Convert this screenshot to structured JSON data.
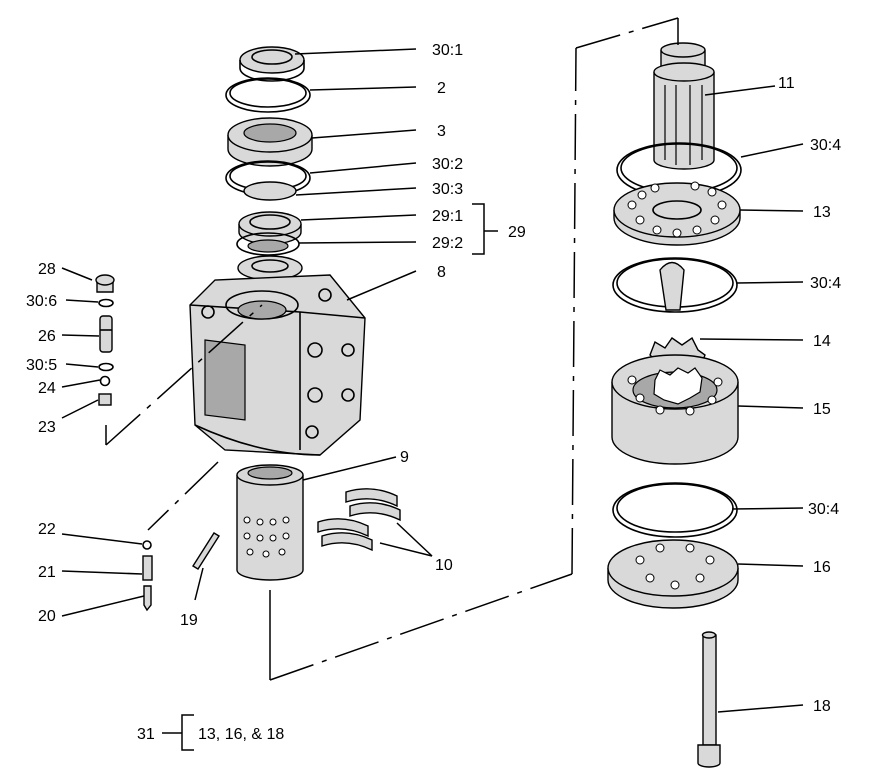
{
  "diagram": {
    "callouts": {
      "c30_1": "30:1",
      "c2": "2",
      "c3": "3",
      "c30_2": "30:2",
      "c30_3": "30:3",
      "c29_1": "29:1",
      "c29_2": "29:2",
      "c29": "29",
      "c8": "8",
      "c28": "28",
      "c30_6": "30:6",
      "c26": "26",
      "c30_5": "30:5",
      "c24": "24",
      "c23": "23",
      "c9": "9",
      "c10": "10",
      "c22": "22",
      "c21": "21",
      "c20": "20",
      "c19": "19",
      "c11": "11",
      "c30_4a": "30:4",
      "c13": "13",
      "c30_4b": "30:4",
      "c14": "14",
      "c15": "15",
      "c30_4c": "30:4",
      "c16": "16",
      "c18": "18",
      "c31": "31",
      "kit_contents": "13, 16, & 18"
    }
  }
}
